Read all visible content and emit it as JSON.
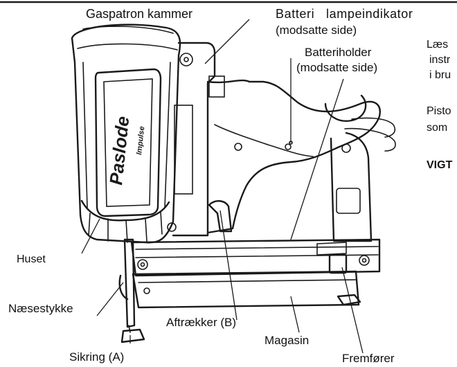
{
  "callouts": {
    "gas_chamber": "Gaspatron kammer",
    "battery_indicator": "Batteri   lampeindikator",
    "battery_indicator_side": "(modsatte side)",
    "battery_holder": "Batteriholder",
    "battery_holder_side": "(modsatte side)",
    "housing": "Huset",
    "nosepiece": "Næsestykke",
    "trigger": "Aftrækker (B)",
    "magazine": "Magasin",
    "safety": "Sikring (A)",
    "feeder": "Fremfører"
  },
  "side_text": {
    "line1": "Læs",
    "line2": "instr",
    "line3": "i bru",
    "line4": "Pisto",
    "line5": "som",
    "line6": "VIGT"
  },
  "brand": {
    "logo": "Paslode",
    "sub": "Impulse"
  }
}
